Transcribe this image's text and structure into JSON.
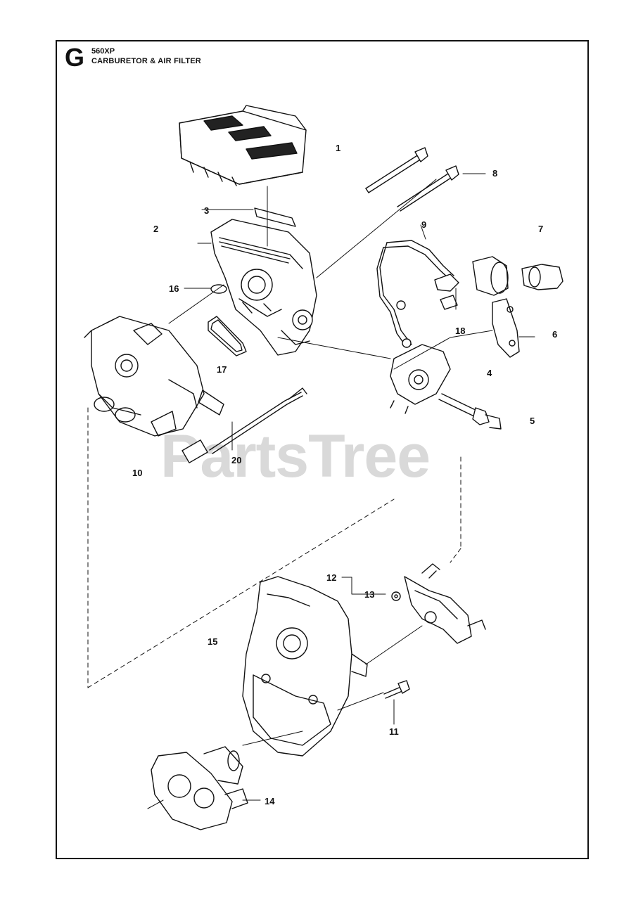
{
  "header": {
    "section_letter": "G",
    "model": "560XP",
    "title": "CARBURETOR & AIR FILTER"
  },
  "watermark": "PartsTree",
  "callouts": [
    "1",
    "2",
    "3",
    "4",
    "5",
    "6",
    "7",
    "8",
    "9",
    "10",
    "11",
    "12",
    "13",
    "14",
    "15",
    "16",
    "17",
    "18",
    "20"
  ]
}
